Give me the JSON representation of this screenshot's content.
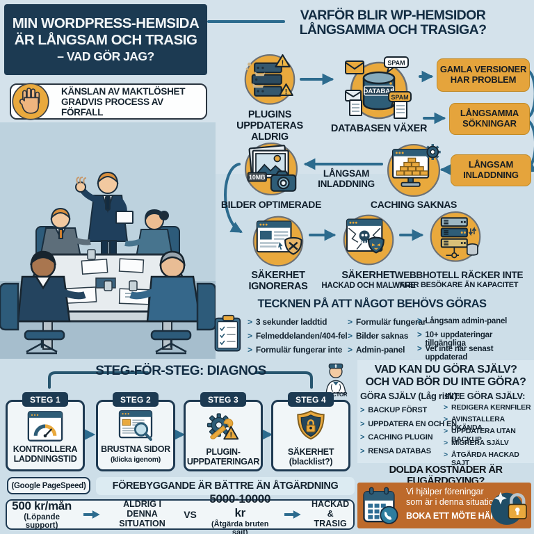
{
  "colors": {
    "navy": "#1c3a52",
    "steel_arrow": "#2c6b8e",
    "accent_orange": "#e5a43c",
    "cta_orange": "#bd6a2b",
    "ink": "#13222e"
  },
  "intro": {
    "title_lines": [
      "MIN WORDPRESS-HEMSIDA",
      "ÄR LÅNGSAM OCH TRASIG",
      "– VAD GÖR JAG?"
    ],
    "feeling_lines": [
      "KÄNSLAN AV MAKTLÖSHET",
      "GRADVIS PROCESS AV FÖRFALL"
    ]
  },
  "why": {
    "title_lines": [
      "VARFÖR BLIR WP-HEMSIDOR",
      "LÅNGSAMMA OCH TRASIGA?"
    ],
    "plugins_label_lines": [
      "PLUGINS",
      "UPPDATERAS",
      "ALDRIG"
    ],
    "database_label": "DATABASEN VÄXER",
    "database_text": "DATABAS",
    "spam1": "SPAM",
    "spam2": "SPAM",
    "warning_mark": "!",
    "box_old_versions_lines": [
      "GAMLA VERSIONER",
      "HAR PROBLEM"
    ],
    "box_slow_queries_lines": [
      "LÅNGSAMMA",
      "SÖKNINGAR"
    ],
    "box_slow_loading_lines": [
      "LÅNGSAM",
      "INLADDNING"
    ],
    "mid_label_lines": [
      "LÅNGSAM",
      "INLADDNING"
    ],
    "images_label": "BILDER OPTIMERADE",
    "images_tag": "10MB",
    "caching_label": "CACHING SAKNAS",
    "security_label_lines": [
      "SÄKERHET",
      "IGNORERAS"
    ],
    "hacked_label_lines": [
      "SÄKERHET",
      "HACKAD OCH MALWARE"
    ],
    "webhost_label_lines": [
      "WEBBHOTELL RÄCKER INTE",
      "FLER BESÖKARE ÄN KAPACITET"
    ]
  },
  "signs": {
    "title": "TECKNEN PÅ ATT NÅGOT BEHÖVS GÖRAS",
    "col1": [
      "3 sekunder laddtid",
      "Felmeddelanden/404-fel",
      "Formulär fungerar inte"
    ],
    "col2": [
      "Formulär fungerar",
      "Bilder saknas",
      "Admin-panel"
    ],
    "col3": [
      "Långsam admin-panel",
      "10+ uppdateringar tillgängliga",
      "Vet inte när senast uppdaterad"
    ]
  },
  "diagnosis": {
    "title": "STEG-FÖR-STEG: DIAGNOS",
    "doctor_label": "DOCTOR",
    "steps": [
      {
        "badge": "STEG 1",
        "label": "KONTROLLERA LADDNINGSTID",
        "sub": "(Google PageSpeed)"
      },
      {
        "badge": "STEG 2",
        "label": "BRUSTNA SIDOR",
        "sub": "(klicka igenom)"
      },
      {
        "badge": "STEG 3",
        "label": "PLUGIN-UPPDATERINGAR",
        "sub": ""
      },
      {
        "badge": "STEG 4",
        "label": "SÄKERHET",
        "sub": "(blacklist?)"
      }
    ]
  },
  "prevention": {
    "title": "FÖREBYGGANDE ÄR BÄTTRE ÄN ÅTGÄRDNING",
    "left_main": "500 kr/mån",
    "left_sub": "(Löpande support)",
    "mid1_lines": [
      "ALDRIG I DENNA",
      "SITUATION"
    ],
    "vs": "VS",
    "right_main": "5000-10000 kr",
    "right_sub": "(Åtgärda bruten sajt)",
    "mid2_lines": [
      "HACKAD &",
      "TRASIG"
    ]
  },
  "diy": {
    "title_lines": [
      "VAD KAN DU GÖRA SJÄLV?",
      "OCH VAD BÖR DU INTE GÖRA?"
    ],
    "do_header": "GÖRA SJÄLV (Låg risk):",
    "do_items": [
      "BACKUP FÖRST",
      "UPPDATERA EN OCH EN",
      "CACHING PLUGIN",
      "RENSA DATABAS"
    ],
    "dont_header": "INTE GÖRA SJÄLV:",
    "dont_items": [
      "REDIGERA KERNFILER",
      "AVINSTALLERA OKÄNDA",
      "UPPDATERA UTAN BACKUP",
      "MIGRERA SJÄLV",
      "ÅTGÄRDA HACKAD SAJT"
    ]
  },
  "hidden_costs": {
    "title": "DOLDA KOSTNADER ÄR FUGÄRDGYING?"
  },
  "cta": {
    "line1": "Vi hjälper föreningar",
    "line2": "som är i denna situation.",
    "button": "BOKA ETT MÖTE HÄR."
  }
}
